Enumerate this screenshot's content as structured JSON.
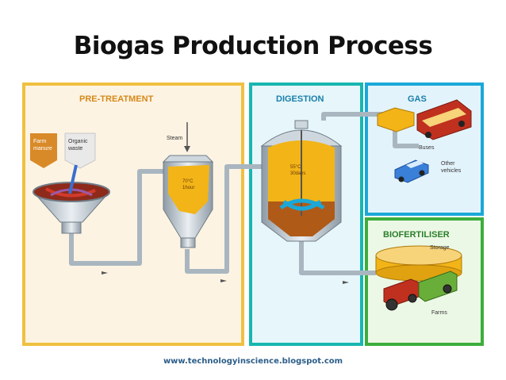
{
  "title": "Biogas Production Process",
  "sections": {
    "pretreatment": "PRE-TREATMENT",
    "digestion": "DIGESTION",
    "gas": "GAS",
    "biofertiliser": "BIOFERTILISER"
  },
  "labels": {
    "farm_manure": [
      "Farm",
      "manure"
    ],
    "organic_waste": [
      "Organic",
      "waste"
    ],
    "steam": "Steam",
    "tpc_tank": [
      "70°C",
      "1hour"
    ],
    "mpc_tank": [
      "55°C",
      "30days"
    ],
    "buses": "Buses",
    "other_vehicles": [
      "Other",
      "vehicles"
    ],
    "storage": "Storage",
    "farms": "Farms"
  },
  "footer": "www.technologyinscience.blogspot.com",
  "colors": {
    "pretreatment_border": "#f0c040",
    "digestion_border": "#18b6b0",
    "gas_border": "#1aa8d8",
    "biofertiliser_border": "#3cae3c",
    "pipe": "#a9b6c0",
    "slurry": "#f2b417",
    "sludge": "#b05a18"
  }
}
